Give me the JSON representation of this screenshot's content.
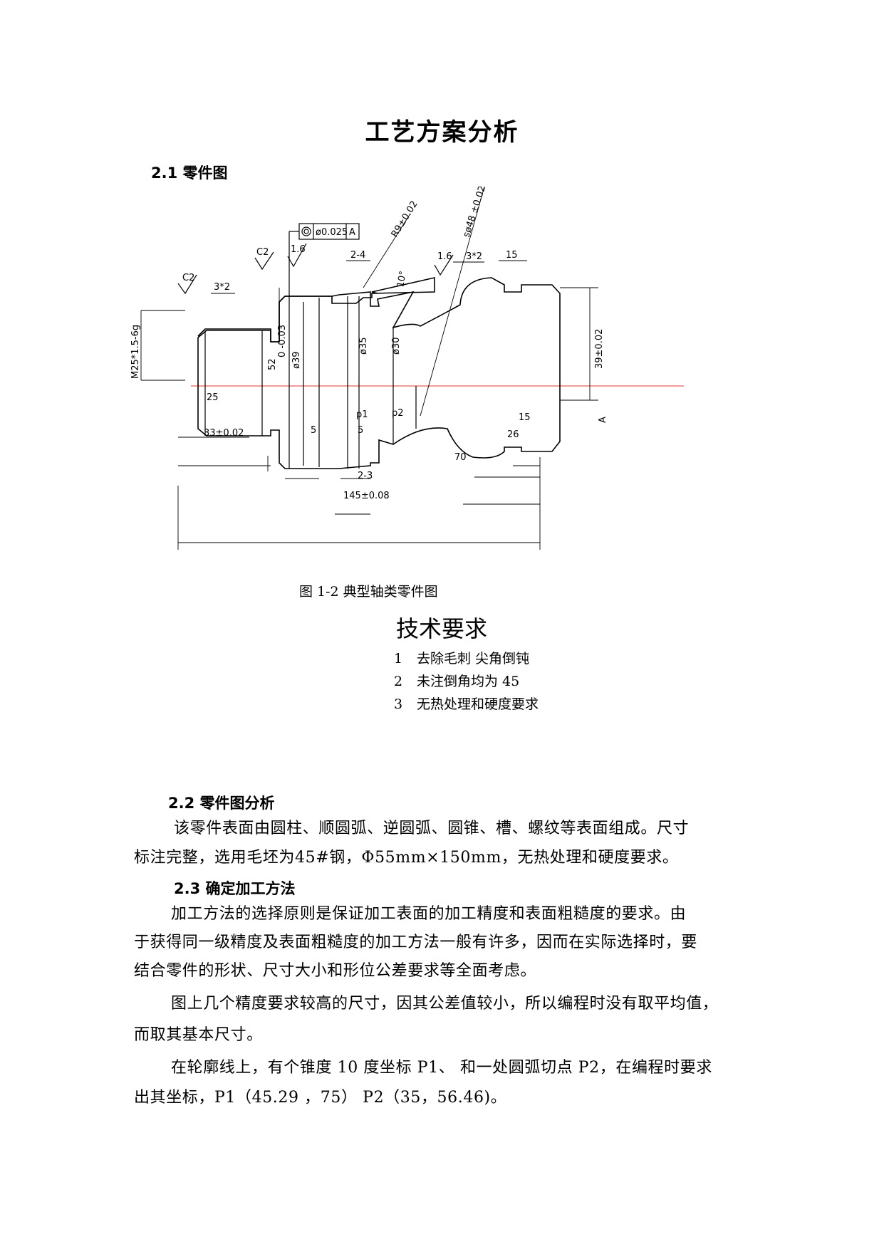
{
  "title": "工艺方案分析",
  "section_2_1": "2.1 零件图",
  "drawing": {
    "labels": {
      "tol_frame": "ø0.025",
      "datum_ref": "A",
      "chamfer_left": "C2",
      "chamfer_top": "C2",
      "thread_relief": "3*2",
      "thread": "M25*1.5-6g",
      "rough_1": "1.6",
      "rough_2": "1.6",
      "groove_top": "2-4",
      "radius": "R9±0.02",
      "sphere": "sø48 ±0.02",
      "angle": "10°",
      "groove_right": "3*2",
      "len_15_top": "15",
      "dia_52": "52",
      "dia_52_tol": "0\n-0.03",
      "dia_39": "ø39",
      "dia_35": "ø35",
      "dia_30": "ø30",
      "dia_39_right": "39±0.02",
      "p1": "p1",
      "p2": "p2",
      "datum_a": "A",
      "len_25": "25",
      "len_33": "33±0.02",
      "len_5a": "5",
      "len_5b": "5",
      "len_2_3": "2-3",
      "len_15_bot": "15",
      "len_26": "26",
      "len_70": "70",
      "len_145": "145±0.08"
    }
  },
  "caption": "图 1-2  典型轴类零件图",
  "tech_req": {
    "title": "技术要求",
    "items": [
      {
        "num": "1",
        "text": "去除毛刺  尖角倒钝"
      },
      {
        "num": "2",
        "text": "未注倒角均为 45"
      },
      {
        "num": "3",
        "text": "无热处理和硬度要求"
      }
    ]
  },
  "section_2_2": "2.2 零件图分析",
  "para_2_2": {
    "line1": "该零件表面由圆柱、顺圆弧、逆圆弧、圆锥、槽、螺纹等表面组成。尺寸",
    "line2": "标注完整，选用毛坯为45#钢，Φ55mm×150mm，无热处理和硬度要求。"
  },
  "section_2_3": "2.3 确定加工方法",
  "para_2_3a": {
    "line1": "加工方法的选择原则是保证加工表面的加工精度和表面粗糙度的要求。由",
    "line2": "于获得同一级精度及表面粗糙度的加工方法一般有许多，因而在实际选择时，要",
    "line3": "结合零件的形状、尺寸大小和形位公差要求等全面考虑。"
  },
  "para_2_3b": {
    "line1": "图上几个精度要求较高的尺寸，因其公差值较小，所以编程时没有取平均值，",
    "line2": "而取其基本尺寸。"
  },
  "para_2_3c": {
    "line1": "在轮廓线上，有个锥度 10 度坐标 P1、  和一处圆弧切点 P2，在编程时要求",
    "line2": "出其坐标，P1（45.29 ，75） P2（35，56.46)。"
  }
}
